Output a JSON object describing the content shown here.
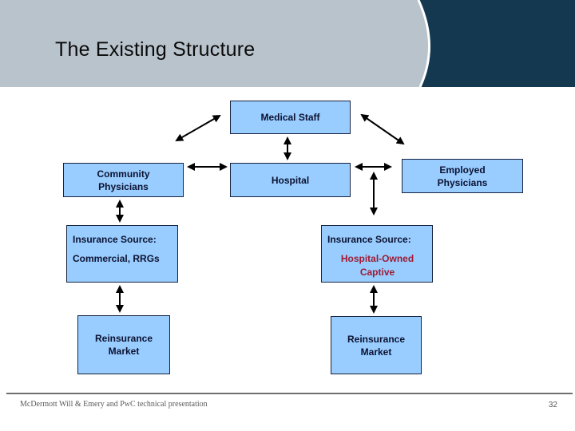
{
  "header": {
    "title": "The Existing Structure"
  },
  "boxes": {
    "medical_staff": {
      "line1": "Medical Staff"
    },
    "community_physicians": {
      "line1": "Community",
      "line2": "Physicians"
    },
    "hospital": {
      "line1": "Hospital"
    },
    "employed_physicians": {
      "line1": "Employed",
      "line2": "Physicians"
    },
    "insurance_left": {
      "header": "Insurance Source:",
      "content": "Commercial, RRGs"
    },
    "insurance_center": {
      "header": "Insurance Source:",
      "content_line1": "Hospital-Owned",
      "content_line2": "Captive"
    },
    "reinsurance_left": {
      "line1": "Reinsurance",
      "line2": "Market"
    },
    "reinsurance_right": {
      "line1": "Reinsurance",
      "line2": "Market"
    }
  },
  "footer": {
    "attribution": "McDermott Will & Emery and PwC technical presentation",
    "page_number": "32"
  },
  "colors": {
    "banner_gray": "#b9c3cc",
    "banner_navy": "#13384f",
    "box_fill": "#99ccff",
    "box_border": "#16233f",
    "accent_red": "#9e1b32",
    "arrow_black": "#000000"
  }
}
